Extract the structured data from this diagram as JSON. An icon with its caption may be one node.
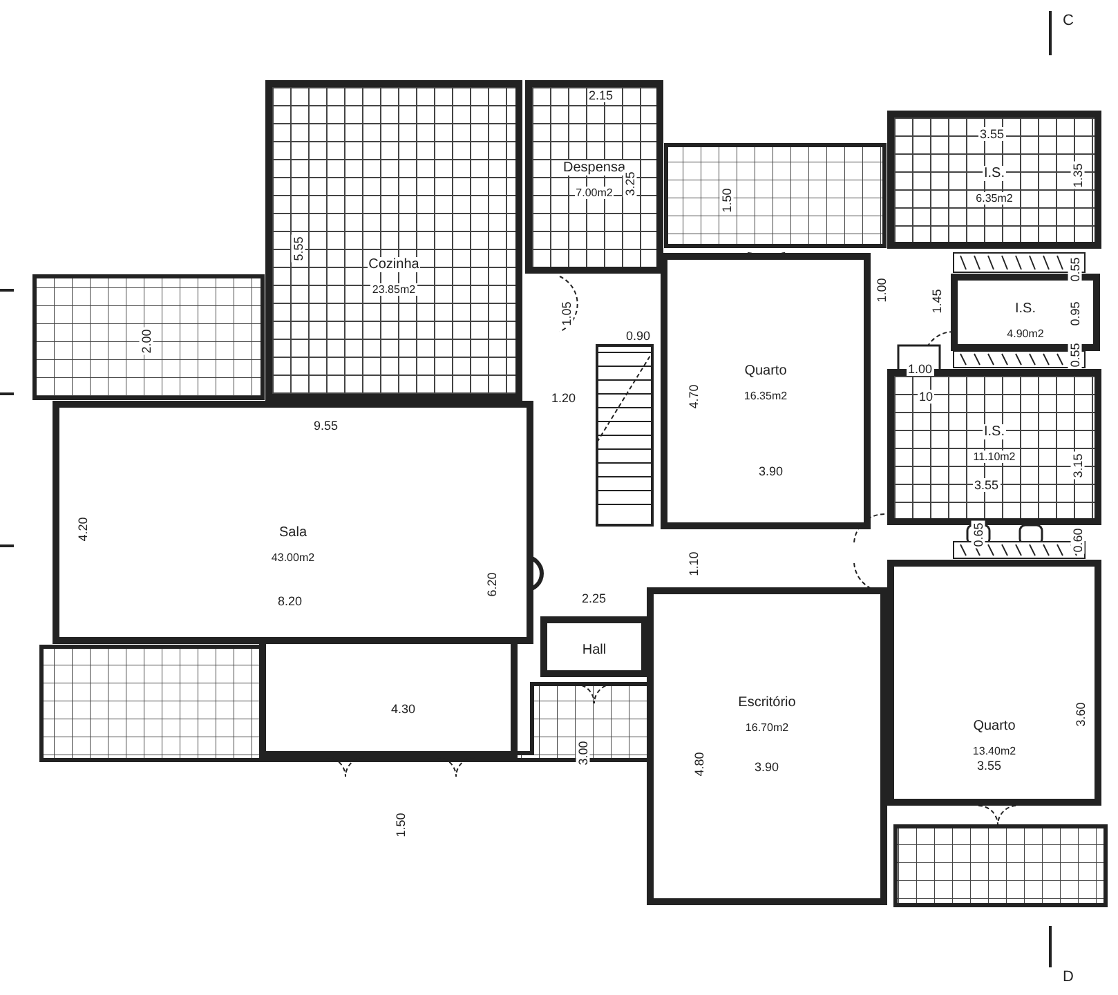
{
  "diagram": {
    "nodes": [
      {
        "text": [
          "Cozinha",
          "23.85m2"
        ]
      },
      {
        "text": [
          "Despensa",
          "7.00m2"
        ]
      },
      {
        "text": [
          "I.S.",
          "6.35m2"
        ]
      },
      {
        "text": [
          "Quarto",
          "16.35m2"
        ]
      },
      {
        "text": [
          "I.S.",
          "4.90m2"
        ]
      },
      {
        "text": [
          "I.S.",
          "11.10m2"
        ]
      },
      {
        "text": [
          "Sala",
          "43.00m2"
        ]
      },
      {
        "text": [
          "Hall"
        ]
      },
      {
        "text": [
          "Escritório",
          "16.70m2"
        ]
      },
      {
        "text": [
          "Quarto",
          "13.40m2"
        ]
      },
      {
        "text": [],
        "shape": "box"
      },
      {
        "text": [],
        "shape": "box"
      },
      {
        "text": [],
        "shape": "box"
      },
      {
        "text": [],
        "shape": "box"
      }
    ],
    "labels": [
      "C",
      "2.15",
      "3.55",
      "1.35",
      "3.25",
      "5.55",
      "1.50",
      "1.00",
      "0.55",
      "1.45",
      "0.95",
      "0.55",
      "2.00",
      "1.05",
      "0.90",
      "4.70",
      "1.00",
      "10",
      "1.20",
      "9.55",
      "3.90",
      "3.55",
      "3.15",
      "4.20",
      "0.65",
      "0.60",
      "6.20",
      "1.10",
      "8.20",
      "2.25",
      "4.30",
      "4.80",
      "3.60",
      "3.00",
      "3.90",
      "3.55",
      "1.50",
      "D"
    ]
  }
}
